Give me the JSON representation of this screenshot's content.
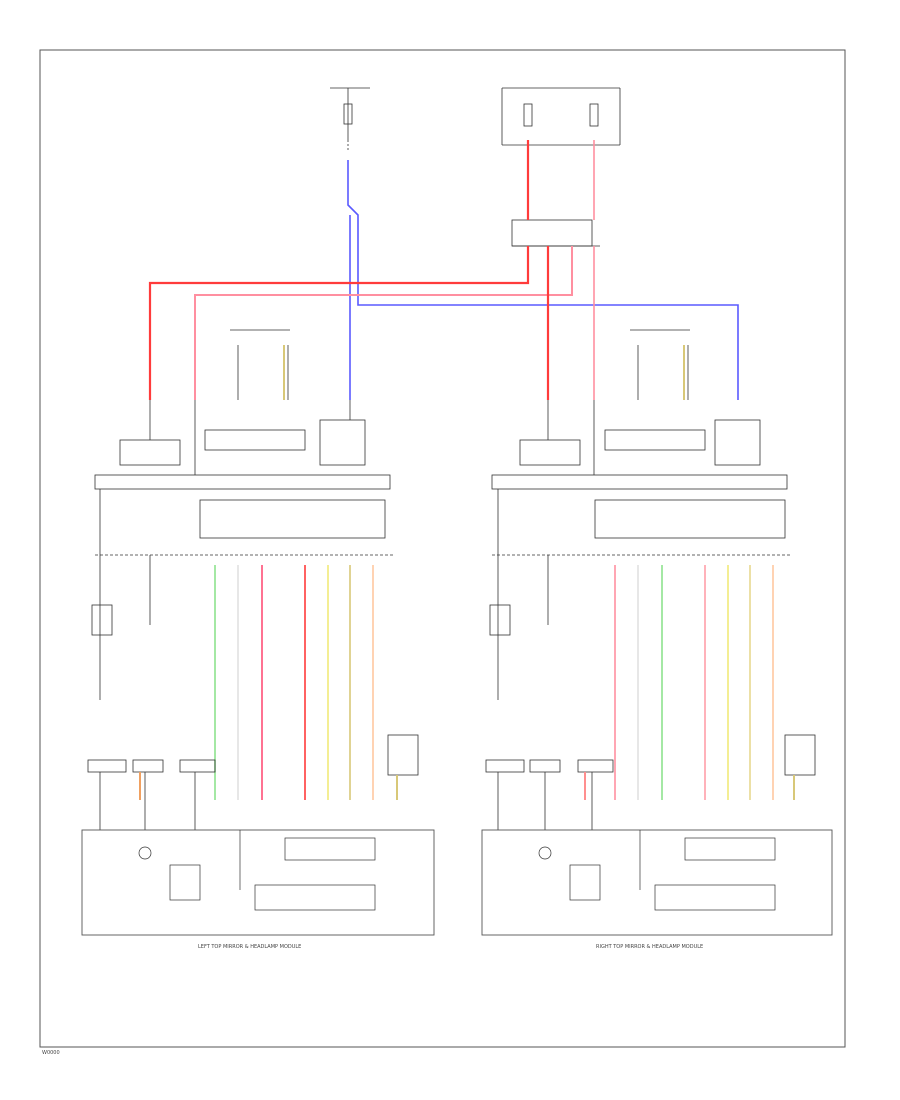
{
  "diagram": {
    "left_module_label": "LEFT TOP MIRROR & HEADLAMP MODULE",
    "right_module_label": "RIGHT TOP MIRROR & HEADLAMP MODULE",
    "page_code": "W0000"
  },
  "colors": {
    "red": "#ff3b3b",
    "pink": "#ff8fa0",
    "blue": "#5a5aff",
    "green": "#8de38d",
    "yellow": "#f1ea7a",
    "light_orange": "#ffc8a0",
    "orange": "#f0a060",
    "khaki": "#d8c878",
    "line": "#333333"
  }
}
